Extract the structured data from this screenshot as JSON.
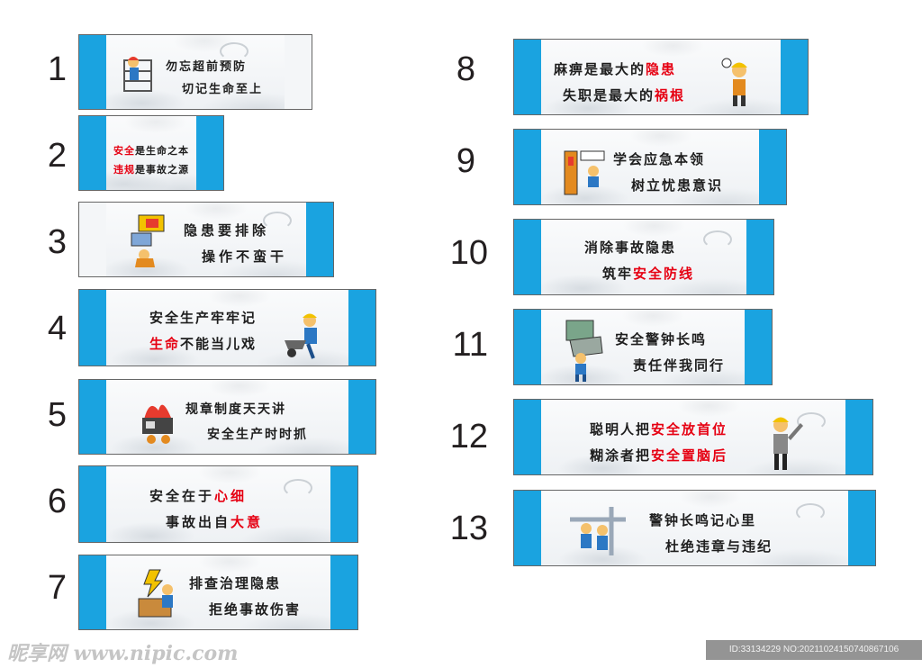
{
  "signs": [
    {
      "number": "1",
      "line1": "勿忘超前预防",
      "line2": "切记生命至上"
    },
    {
      "number": "2",
      "line1_red": "安全",
      "line1": "是生命之本",
      "line2_red": "违规",
      "line2": "是事故之源"
    },
    {
      "number": "3",
      "line1": "隐患要排除",
      "line2": "操作不蛮干"
    },
    {
      "number": "4",
      "line1": "安全生产牢牢记",
      "line2_red": "生命",
      "line2": "不能当儿戏"
    },
    {
      "number": "5",
      "line1": "规章制度天天讲",
      "line2": "安全生产时时抓"
    },
    {
      "number": "6",
      "line1": "安全在于",
      "line1_red": "心细",
      "line2": "事故出自",
      "line2_red": "大意"
    },
    {
      "number": "7",
      "line1": "排查治理隐患",
      "line2": "拒绝事故伤害"
    },
    {
      "number": "8",
      "line1": "麻痹是最大的",
      "line1_red": "隐患",
      "line2": "失职是最大的",
      "line2_red": "祸根"
    },
    {
      "number": "9",
      "line1": "学会应急本领",
      "line2": "树立忧患意识"
    },
    {
      "number": "10",
      "line1": "消除事故隐患",
      "line2": "筑牢",
      "line2_red": "安全防线"
    },
    {
      "number": "11",
      "line1": "安全警钟长鸣",
      "line2": "责任伴我同行"
    },
    {
      "number": "12",
      "line1": "聪明人把",
      "line1_red": "安全放首位",
      "line2": "糊涂者把",
      "line2_red": "安全置脑后"
    },
    {
      "number": "13",
      "line1": "警钟长鸣记心里",
      "line2": "杜绝违章与违纪"
    }
  ],
  "footer": {
    "watermark": "昵享网 www.nipic.com",
    "id_text": "ID:33134229 NO:20211024150740867106"
  },
  "colors": {
    "accent": "#1aa3e0",
    "highlight": "#e60012",
    "text": "#1e1e1e"
  }
}
